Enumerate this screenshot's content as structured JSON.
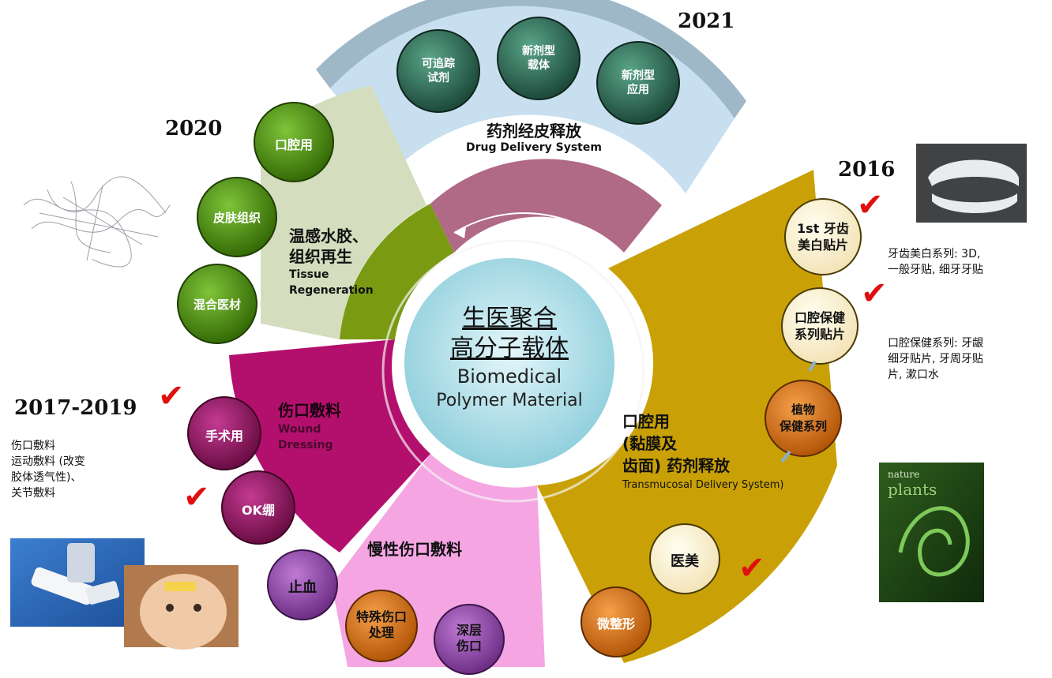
{
  "years": {
    "y2021": "2021",
    "y2020": "2020",
    "y2016": "2016",
    "y2017_2019": "2017-2019"
  },
  "center": {
    "title_cn_1": "生医聚合",
    "title_cn_2": "高分子载体",
    "title_en_1": "Biomedical",
    "title_en_2": "Polymer Material"
  },
  "sectors": {
    "drug_delivery": {
      "cn": "药剂经皮释放",
      "en": "Drug Delivery System"
    },
    "tissue": {
      "cn_1": "温感水胶、",
      "cn_2": "组织再生",
      "en_1": "Tissue",
      "en_2": "Regeneration"
    },
    "wound": {
      "cn": "伤口敷料",
      "en_1": "Wound",
      "en_2": "Dressing"
    },
    "chronic": {
      "cn": "慢性伤口敷料"
    },
    "oral": {
      "cn_1": "口腔用",
      "cn_2": "(黏膜及",
      "cn_3": "齿面) 药剂释放",
      "en": "Transmucosal Delivery System)"
    }
  },
  "circles": {
    "c1_1": "可追踪",
    "c1_2": "试剂",
    "c2_1": "新剂型",
    "c2_2": "载体",
    "c3_1": "新剂型",
    "c3_2": "应用",
    "oral_use": "口腔用",
    "skin": "皮肤组织",
    "hybrid": "混合医材",
    "surgery": "手术用",
    "ok": "OK绷",
    "stop_bleed": "止血",
    "special_1": "特殊伤口",
    "special_2": "处理",
    "deep_1": "深层",
    "deep_2": "伤口",
    "teeth_1": "1st 牙齿",
    "teeth_2": "美白贴片",
    "oral_care_1": "口腔保健",
    "oral_care_2": "系列贴片",
    "plant_1": "植物",
    "plant_2": "保健系列",
    "beauty": "医美",
    "micro": "微整形"
  },
  "notes": {
    "teeth": "牙齿美白系列: 3D,\n一般牙贴, 细牙牙贴",
    "oral_care": "口腔保健系列: 牙龈\n细牙贴片, 牙周牙贴\n片, 漱口水",
    "wound": "伤口敷料\n运动敷料 (改变\n胶体透气性)、\n关节敷料"
  },
  "images": {
    "nature_1": "nature",
    "nature_2": "plants"
  },
  "colors": {
    "drug": "#c8dff0",
    "tissue": "#c9d7ae",
    "wound": "#b3106d",
    "chronic": "#f6a5e3",
    "oral": "#c9a106",
    "center": "#bfe6ee",
    "green_circle": "#4b8d0c",
    "teal_circle": "#2f6b57",
    "orange_circle": "#e07a1a",
    "check": "#e01010"
  }
}
